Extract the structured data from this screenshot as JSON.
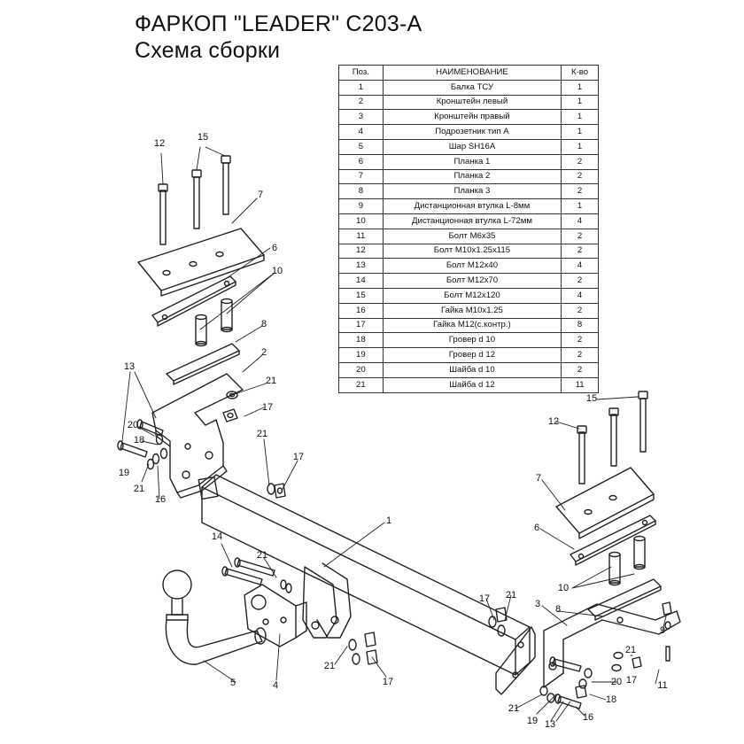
{
  "title": {
    "line1": "ФАРКОП \"LEADER\" C203-A",
    "line2": "Схема сборки"
  },
  "table": {
    "headers": {
      "pos": "Поз.",
      "name": "НАИМЕНОВАНИЕ",
      "qty": "К-во"
    },
    "rows": [
      {
        "pos": "1",
        "name": "Балка ТСУ",
        "qty": "1"
      },
      {
        "pos": "2",
        "name": "Кронштейн левый",
        "qty": "1"
      },
      {
        "pos": "3",
        "name": "Кронштейн правый",
        "qty": "1"
      },
      {
        "pos": "4",
        "name": "Подрозетник тип А",
        "qty": "1"
      },
      {
        "pos": "5",
        "name": "Шар SH16A",
        "qty": "1"
      },
      {
        "pos": "6",
        "name": "Планка 1",
        "qty": "2"
      },
      {
        "pos": "7",
        "name": "Планка 2",
        "qty": "2"
      },
      {
        "pos": "8",
        "name": "Планка 3",
        "qty": "2"
      },
      {
        "pos": "9",
        "name": "Дистанционная втулка L-8мм",
        "qty": "1"
      },
      {
        "pos": "10",
        "name": "Дистанционная втулка L-72мм",
        "qty": "4"
      },
      {
        "pos": "11",
        "name": "Болт M6x35",
        "qty": "2"
      },
      {
        "pos": "12",
        "name": "Болт M10x1.25x115",
        "qty": "2"
      },
      {
        "pos": "13",
        "name": "Болт M12x40",
        "qty": "4"
      },
      {
        "pos": "14",
        "name": "Болт M12x70",
        "qty": "2"
      },
      {
        "pos": "15",
        "name": "Болт M12x120",
        "qty": "4"
      },
      {
        "pos": "16",
        "name": "Гайка  M10x1.25",
        "qty": "2"
      },
      {
        "pos": "17",
        "name": "Гайка M12(с.контр.)",
        "qty": "8"
      },
      {
        "pos": "18",
        "name": "Гровер d 10",
        "qty": "2"
      },
      {
        "pos": "19",
        "name": "Гровер d 12",
        "qty": "2"
      },
      {
        "pos": "20",
        "name": "Шайба d 10",
        "qty": "2"
      },
      {
        "pos": "21",
        "name": "Шайба d 12",
        "qty": "11"
      }
    ]
  },
  "callouts": [
    "12",
    "15",
    "7",
    "6",
    "10",
    "8",
    "2",
    "21",
    "17",
    "13",
    "20",
    "18",
    "19",
    "21",
    "16",
    "21",
    "17",
    "1",
    "14",
    "21",
    "5",
    "4",
    "21",
    "17",
    "17",
    "21",
    "15",
    "12",
    "7",
    "6",
    "10",
    "3",
    "8",
    "9",
    "21",
    "17",
    "11",
    "20",
    "18",
    "21",
    "19",
    "13",
    "16"
  ]
}
